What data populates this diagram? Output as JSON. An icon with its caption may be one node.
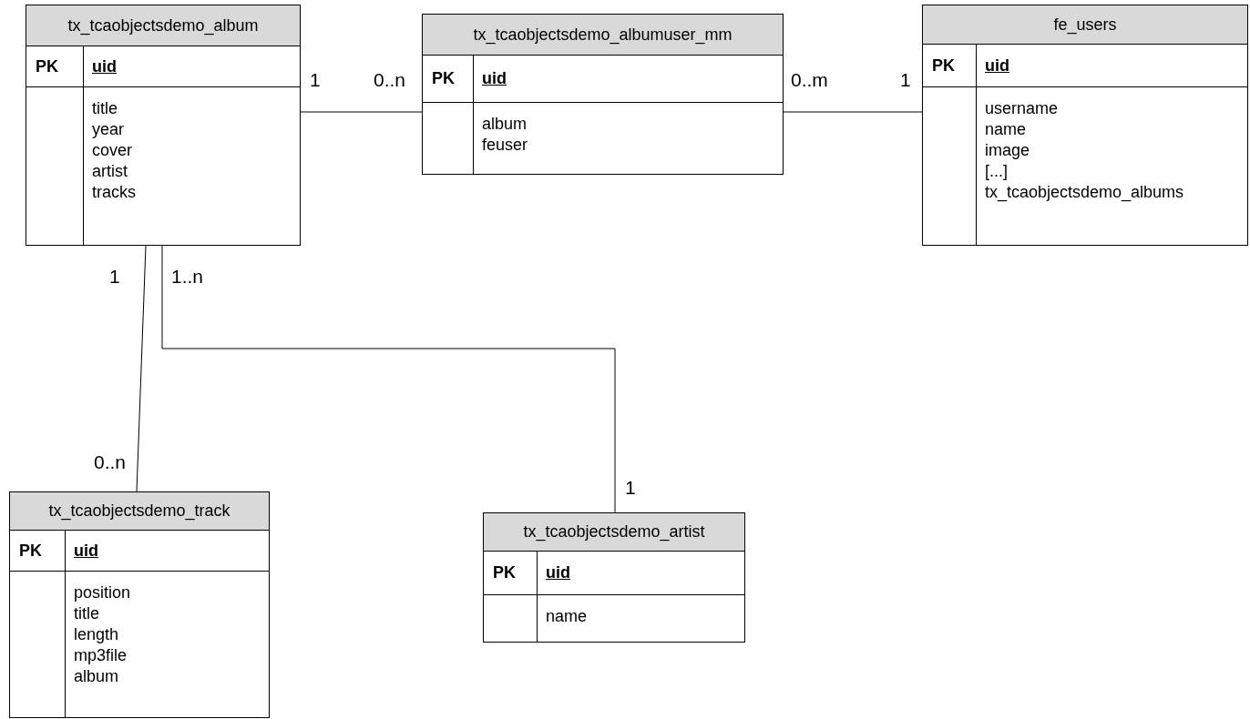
{
  "diagram": {
    "nodes": [
      {
        "text": [
          "tx_tcaobjectsdemo_album",
          "PK",
          "uid",
          "title year cover artist tracks"
        ]
      },
      {
        "text": [
          "tx_tcaobjectsdemo_albumuser_mm",
          "PK",
          "uid",
          "album feuser"
        ]
      },
      {
        "text": [
          "fe_users",
          "PK",
          "uid",
          "username name image [...] tx_tcaobjectsdemo_albums"
        ]
      },
      {
        "text": [
          "tx_tcaobjectsdemo_track",
          "PK",
          "uid",
          "position title length mp3file album"
        ]
      },
      {
        "text": [
          "tx_tcaobjectsdemo_artist",
          "PK",
          "uid",
          "name"
        ]
      }
    ],
    "edges": [
      {
        "from": 0,
        "to": 1,
        "arrow": "none"
      },
      {
        "from": 1,
        "to": 2,
        "arrow": "none"
      },
      {
        "from": 0,
        "to": 3,
        "arrow": "none"
      },
      {
        "from": 0,
        "to": 4,
        "arrow": "none"
      }
    ],
    "labels": [
      "1",
      "0..n",
      "0..m",
      "1",
      "1",
      "1..n",
      "0..n",
      "1"
    ]
  }
}
